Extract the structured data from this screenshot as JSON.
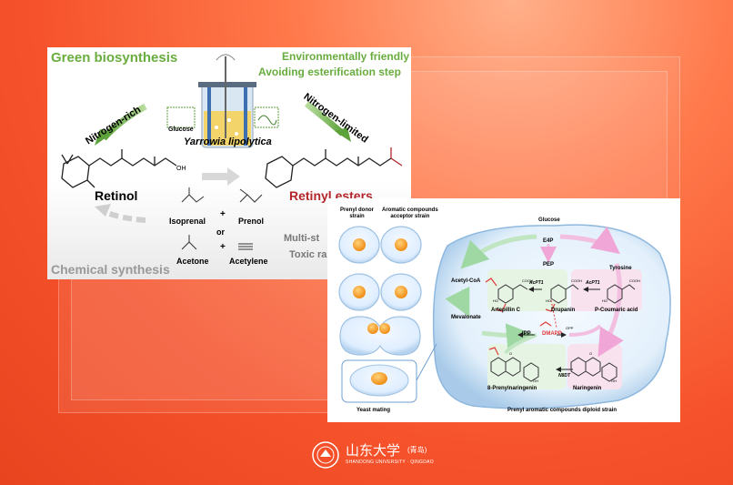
{
  "colors": {
    "background": "#f6532c",
    "accent_green": "#69ad3f",
    "ester_red": "#b3262b",
    "arrow_gray": "#cfcfcf",
    "dmapp_red": "#e03b3b"
  },
  "figure1": {
    "green_biosynthesis": "Green biosynthesis",
    "env_friendly": "Environmentally friendly",
    "avoid_step": "Avoiding esterification step",
    "nitrogen_rich": "Nitrogen-rich",
    "nitrogen_limited": "Nitrogen-limited",
    "glucose": "Glucose",
    "organism": "Yarrowia lipolytica",
    "retinol": "Retinol",
    "retinyl_esters": "Retinyl esters",
    "isoprenal": "Isoprenal",
    "prenol": "Prenol",
    "plus": "+",
    "or": "or",
    "acetone": "Acetone",
    "acetylene": "Acetylene",
    "multi_step": "Multi-st",
    "toxic": "Toxic ra",
    "chemical_synthesis": "Chemical synthesis"
  },
  "figure2": {
    "prenyl_donor": [
      "Prenyl donor",
      "strain"
    ],
    "aromatic_acceptor": [
      "Aromatic compounds",
      "acceptor strain"
    ],
    "yeast_mating": "Yeast mating",
    "diploid_strain": "Prenyl aromatic compounds diploid strain",
    "glucose": "Glucose",
    "e4p": "E4P",
    "pep": "PEP",
    "tyrosine": "Tyrosine",
    "acetyl_coa": "Acetyl-CoA",
    "mevalonate": "Mevalonate",
    "ipp": "IPP",
    "dmapp": "DMAPP",
    "artepillin": "Artepillin C",
    "drupanin": "Drupanin",
    "p_coumaric": "P-Coumaric acid",
    "acpt1_a": "AcPT1",
    "acpt1_b": "AcPT1",
    "n8dt": "N8DT",
    "prenylnaringenin": "8-Prenylnaringenin",
    "naringenin": "Naringenin",
    "cooh_a": "COOH",
    "cooh_b": "COOH",
    "cooh_c": "COOH",
    "ho_a": "HO",
    "ho_b": "HO",
    "ho_c": "HO",
    "oh_a": "OH",
    "oh_b": "OH",
    "o_a": "O",
    "o_b": "O",
    "opp": "OPP"
  },
  "footer": {
    "university_cn": "山东大学",
    "campus_cn": "(青岛)",
    "university_en": "SHANDONG UNIVERSITY · QINGDAO"
  }
}
